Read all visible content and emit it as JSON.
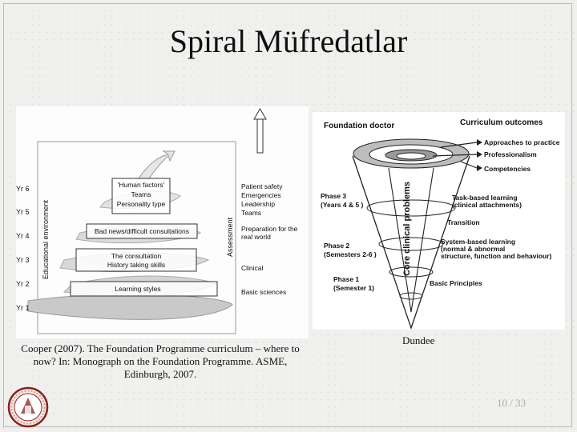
{
  "slide": {
    "title": "Spiral Müfredatlar",
    "page": "10 / 33"
  },
  "left_figure": {
    "years": [
      "Yr 6",
      "Yr 5",
      "Yr 4",
      "Yr 3",
      "Yr 2",
      "Yr 1"
    ],
    "vertical_label_left": "Educational environment",
    "vertical_label_right": "Assessment",
    "boxes": [
      "'Human factors'",
      "Teams",
      "Personality type",
      "Bad news/difficult consultations",
      "The consultation",
      "History taking skills",
      "Learning styles"
    ],
    "right_labels": [
      "Patient safety",
      "Emergencies",
      "Leadership",
      "Teams",
      "Preparation for the",
      "real world",
      "Clinical",
      "Basic sciences"
    ],
    "caption": "Cooper (2007). The Foundation Programme curriculum – where to now? In: Monograph on the Foundation Programme. ASME, Edinburgh, 2007."
  },
  "right_figure": {
    "header_left": "Foundation doctor",
    "header_right": "Curriculum outcomes",
    "outcomes": [
      "Approaches to practice",
      "Professionalism",
      "Competencies"
    ],
    "cone_label": "Core clinical problems",
    "phases": [
      {
        "name": "Phase 3",
        "detail": "(Years 4 & 5 )"
      },
      {
        "name": "Phase 2",
        "detail": "(Semesters 2-6 )"
      },
      {
        "name": "Phase 1",
        "detail": "(Semester 1)"
      }
    ],
    "learning": [
      "Task-based learning",
      "(clinical attachments)",
      "Transition",
      "System-based learning",
      "(normal & abnormal",
      "structure, function and behaviour)",
      "Basic Principles"
    ],
    "caption": "Dundee"
  }
}
